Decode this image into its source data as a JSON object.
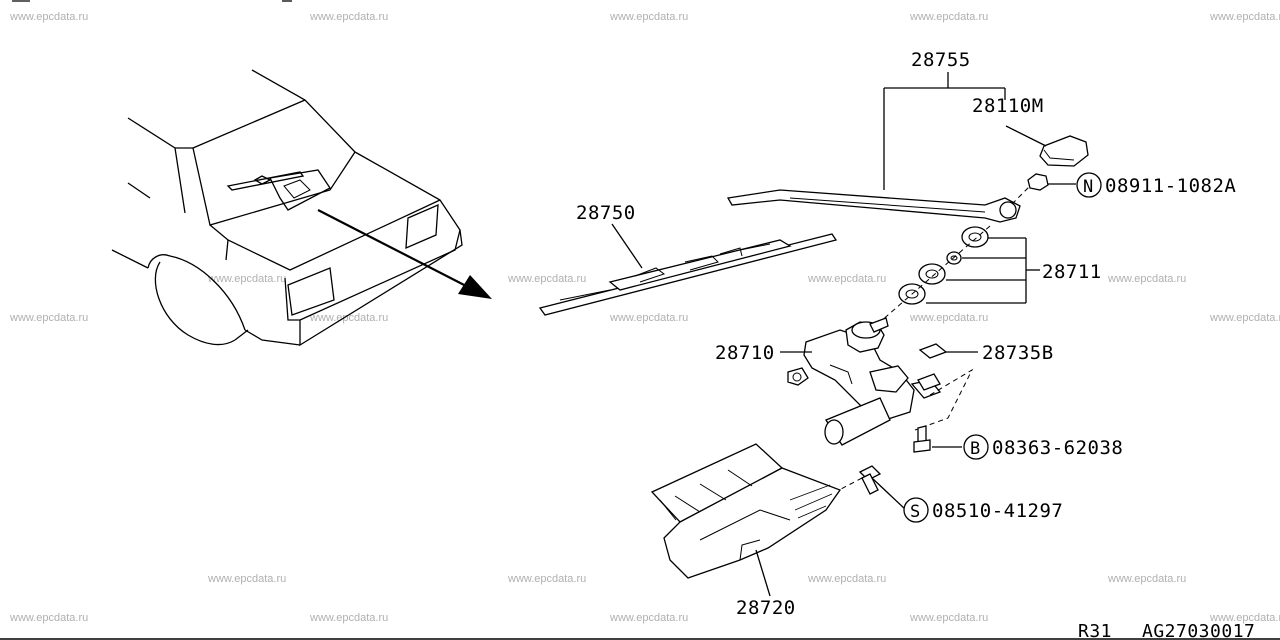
{
  "watermarks": [
    "www.epcdata.ru"
  ],
  "callouts": {
    "c28755": "28755",
    "c28110m": "28110M",
    "c08911": "08911-1082A",
    "c28750": "28750",
    "c28711": "28711",
    "c28710": "28710",
    "c28735b": "28735B",
    "c08363": "08363-62038",
    "c08510": "08510-41297",
    "c28720": "28720"
  },
  "fastener_symbols": {
    "nut": "N",
    "bolt": "B",
    "screw": "S"
  },
  "footer": {
    "model": "R31",
    "illustration_code": "AG27030017"
  }
}
